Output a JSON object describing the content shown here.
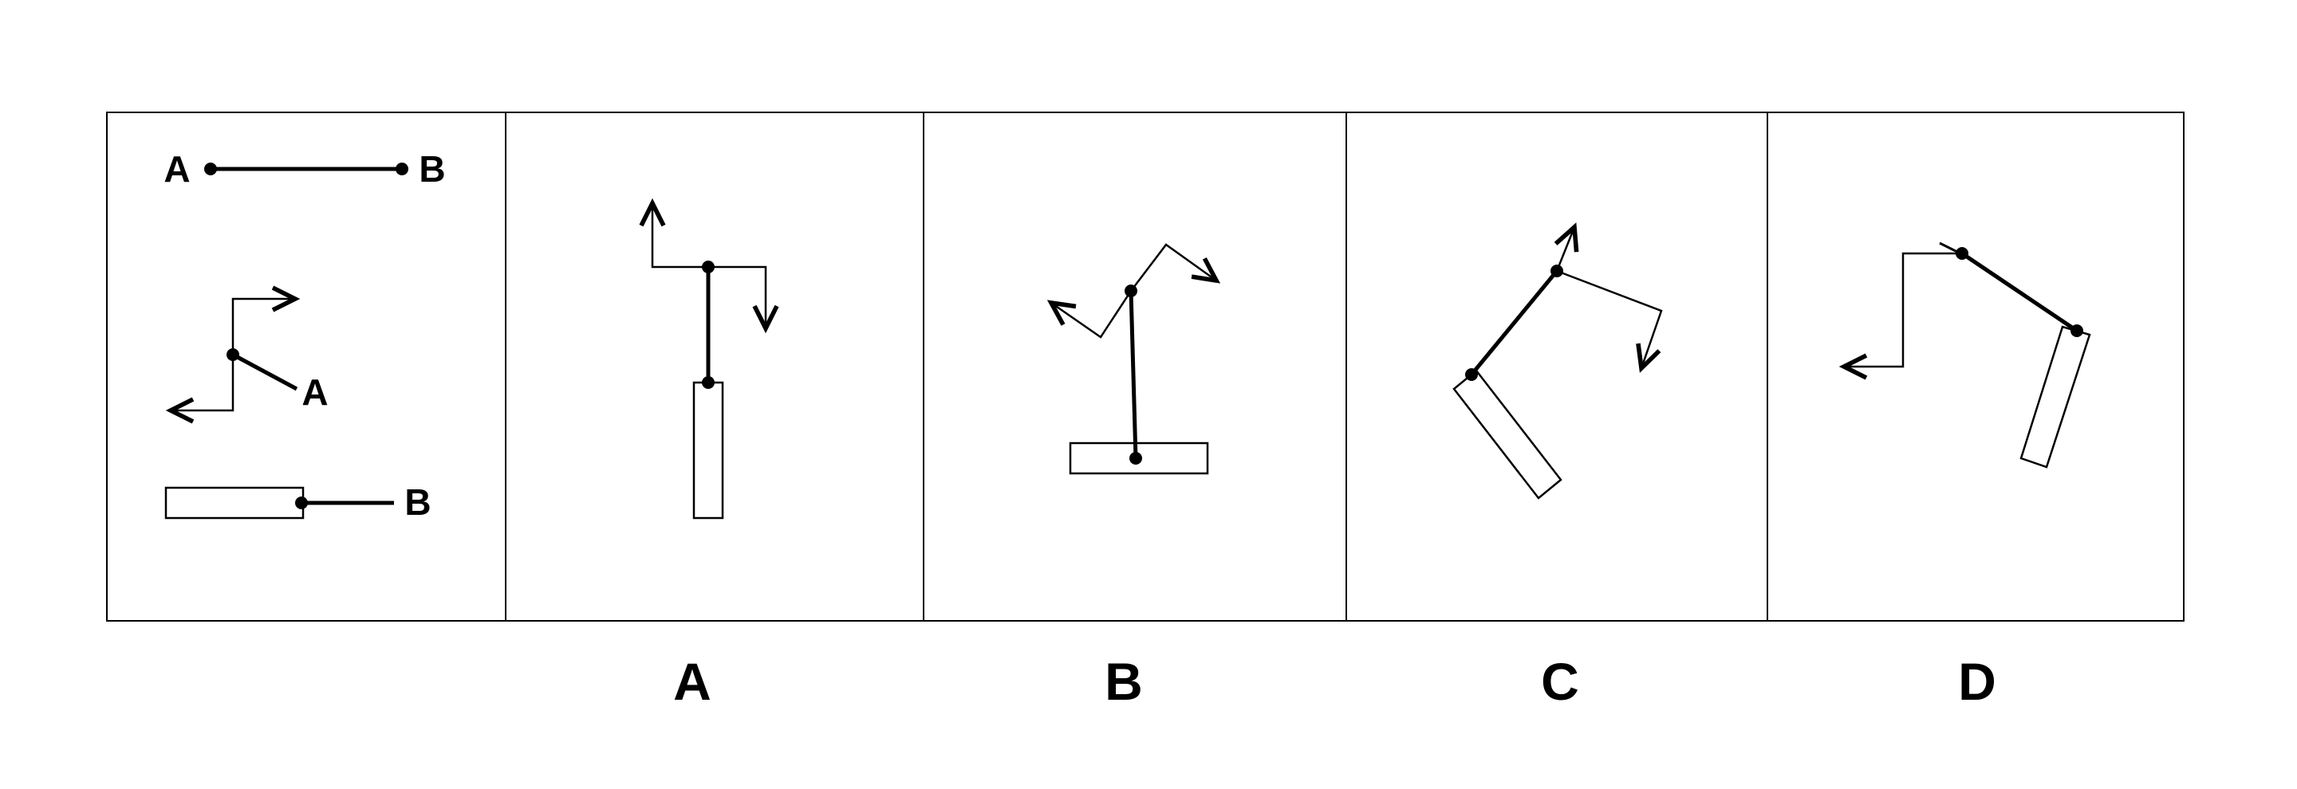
{
  "legend": {
    "segment": {
      "left_label": "A",
      "right_label": "B"
    },
    "joint": {
      "label": "A"
    },
    "rect": {
      "label": "B"
    }
  },
  "options": [
    {
      "label": "A"
    },
    {
      "label": "B"
    },
    {
      "label": "C"
    },
    {
      "label": "D"
    }
  ],
  "colors": {
    "stroke": "#000000",
    "background": "#ffffff"
  }
}
